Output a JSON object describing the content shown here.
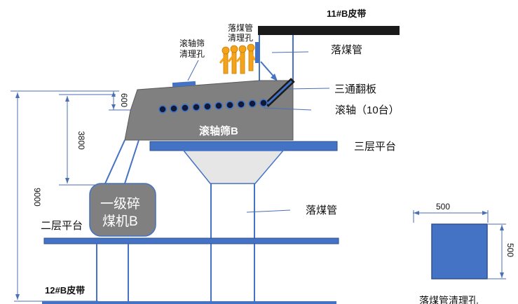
{
  "labels": {
    "belt_11": "11#B皮带",
    "coal_pipe_top": "落煤管",
    "roller_hole": "滚轴筛\n清理孔",
    "coal_pipe_hole": "落煤管\n清理孔",
    "three_way": "三通翻板",
    "roller_axis": "滚轴（10台）",
    "roller_screen": "滚轴筛B",
    "floor_3": "三层平台",
    "crusher": "一级碎\n煤机B",
    "floor_2": "二层平台",
    "coal_pipe_mid": "落煤管",
    "belt_12": "12#B皮带",
    "bottom_text": "落煤管清理孔"
  },
  "dimensions": {
    "d600": "600",
    "d3800": "3800",
    "d9000": "9000",
    "d500_w": "500",
    "d500_h": "500"
  },
  "colors": {
    "blue": "#4472c4",
    "blue_dark": "#2f528f",
    "gray": "#7f7f7f",
    "orange": "#f5a31a",
    "black": "#000000"
  }
}
